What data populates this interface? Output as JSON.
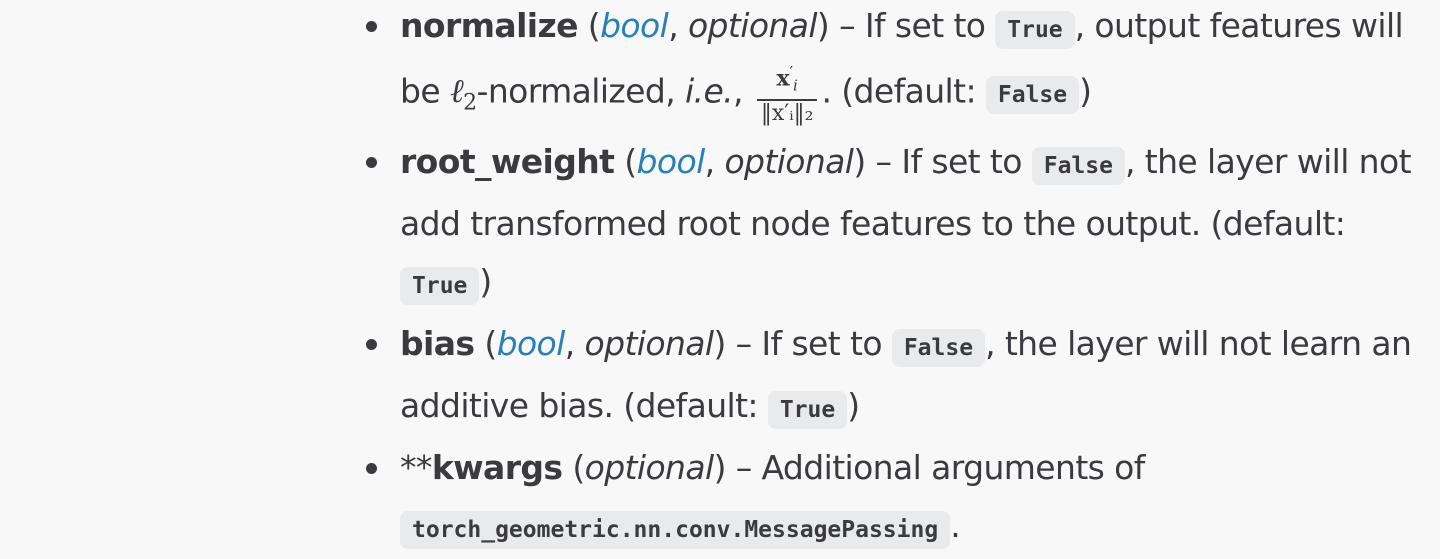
{
  "params": [
    {
      "name": "normalize",
      "open": " (",
      "type": "bool",
      "sep": ", ",
      "optional": "optional",
      "close": ") – If set to ",
      "code1": "True",
      "text1": ", output features will be ",
      "ell": "ℓ",
      "ell_sub": "2",
      "text2": "-normalized, ",
      "ie": "i.e.",
      "text3": ", ",
      "frac_num": "x",
      "frac_num_sup": "′",
      "frac_num_sub": "i",
      "frac_den": "‖x′ᵢ‖₂",
      "text4": ". (default: ",
      "code2": "False",
      "end": ")"
    },
    {
      "name": "root_weight",
      "open": " (",
      "type": "bool",
      "sep": ", ",
      "optional": "optional",
      "close": ") – If set to ",
      "code1": "False",
      "text1": ", the layer will not add transformed root node features to the output. (default: ",
      "code2": "True",
      "end": ")"
    },
    {
      "name": "bias",
      "open": " (",
      "type": "bool",
      "sep": ", ",
      "optional": "optional",
      "close": ") – If set to ",
      "code1": "False",
      "text1": ", the layer will not learn an additive bias. (default: ",
      "code2": "True",
      "end": ")"
    },
    {
      "prefix": "**",
      "name": "kwargs",
      "open": " (",
      "optional": "optional",
      "close": ") – Additional arguments of ",
      "code1": "torch_geometric.nn.conv.MessagePassing",
      "end": "."
    }
  ]
}
